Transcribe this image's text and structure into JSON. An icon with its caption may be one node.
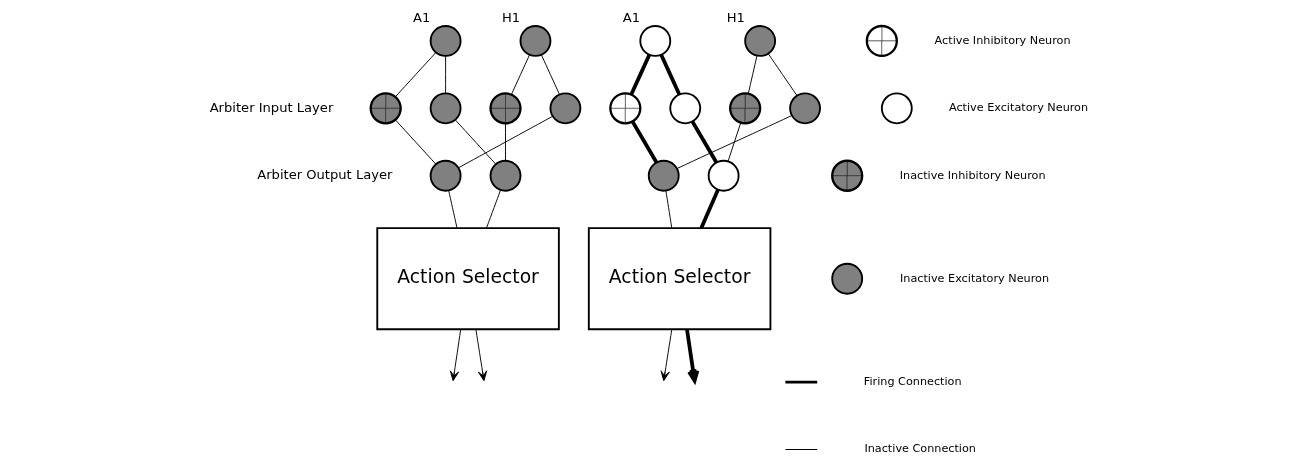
{
  "diagram": {
    "nodes": [
      {
        "text": [],
        "shape": "circle",
        "beside": [
          "A1"
        ]
      },
      {
        "text": [],
        "shape": "circle",
        "beside": [
          "H1"
        ]
      },
      {
        "text": [],
        "shape": "circle"
      },
      {
        "text": [],
        "shape": "circle"
      },
      {
        "text": [],
        "shape": "circle"
      },
      {
        "text": [],
        "shape": "circle"
      },
      {
        "text": [],
        "shape": "circle"
      },
      {
        "text": [],
        "shape": "circle"
      },
      {
        "text": [
          "Action Selector"
        ]
      },
      {
        "text": [],
        "shape": "circle",
        "beside": [
          "A1"
        ]
      },
      {
        "text": [],
        "shape": "circle",
        "beside": [
          "H1"
        ]
      },
      {
        "text": [],
        "shape": "circle"
      },
      {
        "text": [],
        "shape": "circle"
      },
      {
        "text": [],
        "shape": "circle"
      },
      {
        "text": [],
        "shape": "circle"
      },
      {
        "text": [],
        "shape": "circle"
      },
      {
        "text": [],
        "shape": "circle"
      },
      {
        "text": [
          "Action Selector"
        ]
      },
      {
        "text": [],
        "shape": "circle"
      },
      {
        "text": [],
        "shape": "circle"
      },
      {
        "text": [],
        "shape": "circle"
      },
      {
        "text": [],
        "shape": "circle"
      }
    ],
    "edges": [
      {
        "from": 0,
        "to": 2,
        "arrow": "none"
      },
      {
        "from": 0,
        "to": 3,
        "arrow": "none"
      },
      {
        "from": 1,
        "to": 4,
        "arrow": "none"
      },
      {
        "from": 1,
        "to": 5,
        "arrow": "none"
      },
      {
        "from": 2,
        "to": 6,
        "arrow": "none"
      },
      {
        "from": 3,
        "to": 7,
        "arrow": "none"
      },
      {
        "from": 4,
        "to": 7,
        "arrow": "none"
      },
      {
        "from": 5,
        "to": 6,
        "arrow": "none"
      },
      {
        "from": 6,
        "to": 8,
        "arrow": "none"
      },
      {
        "from": 7,
        "to": 8,
        "arrow": "none"
      },
      {
        "from": 8,
        "to": null,
        "arrow": "to"
      },
      {
        "from": 8,
        "to": null,
        "arrow": "to"
      },
      {
        "from": 9,
        "to": 11,
        "arrow": "none",
        "style": "thick"
      },
      {
        "from": 9,
        "to": 12,
        "arrow": "none",
        "style": "thick"
      },
      {
        "from": 10,
        "to": 13,
        "arrow": "none"
      },
      {
        "from": 10,
        "to": 14,
        "arrow": "none"
      },
      {
        "from": 11,
        "to": 15,
        "arrow": "none",
        "style": "thick"
      },
      {
        "from": 12,
        "to": 16,
        "arrow": "none",
        "style": "thick"
      },
      {
        "from": 13,
        "to": 16,
        "arrow": "none"
      },
      {
        "from": 14,
        "to": 15,
        "arrow": "none"
      },
      {
        "from": 15,
        "to": 17,
        "arrow": "none"
      },
      {
        "from": 16,
        "to": 17,
        "arrow": "none",
        "style": "thick"
      },
      {
        "from": 17,
        "to": null,
        "arrow": "to"
      },
      {
        "from": 17,
        "to": null,
        "arrow": "to",
        "style": "thick"
      }
    ],
    "labels": [
      "Arbiter Input Layer",
      "Arbiter Output Layer"
    ],
    "legend": [
      {
        "text": "Active Inhibitory Neuron"
      },
      {
        "text": "Active Excitatory Neuron"
      },
      {
        "text": "Inactive Inhibitory Neuron"
      },
      {
        "text": "Inactive Excitatory Neuron"
      },
      {
        "text": "Firing Connection"
      },
      {
        "text": "Inactive Connection"
      }
    ]
  }
}
